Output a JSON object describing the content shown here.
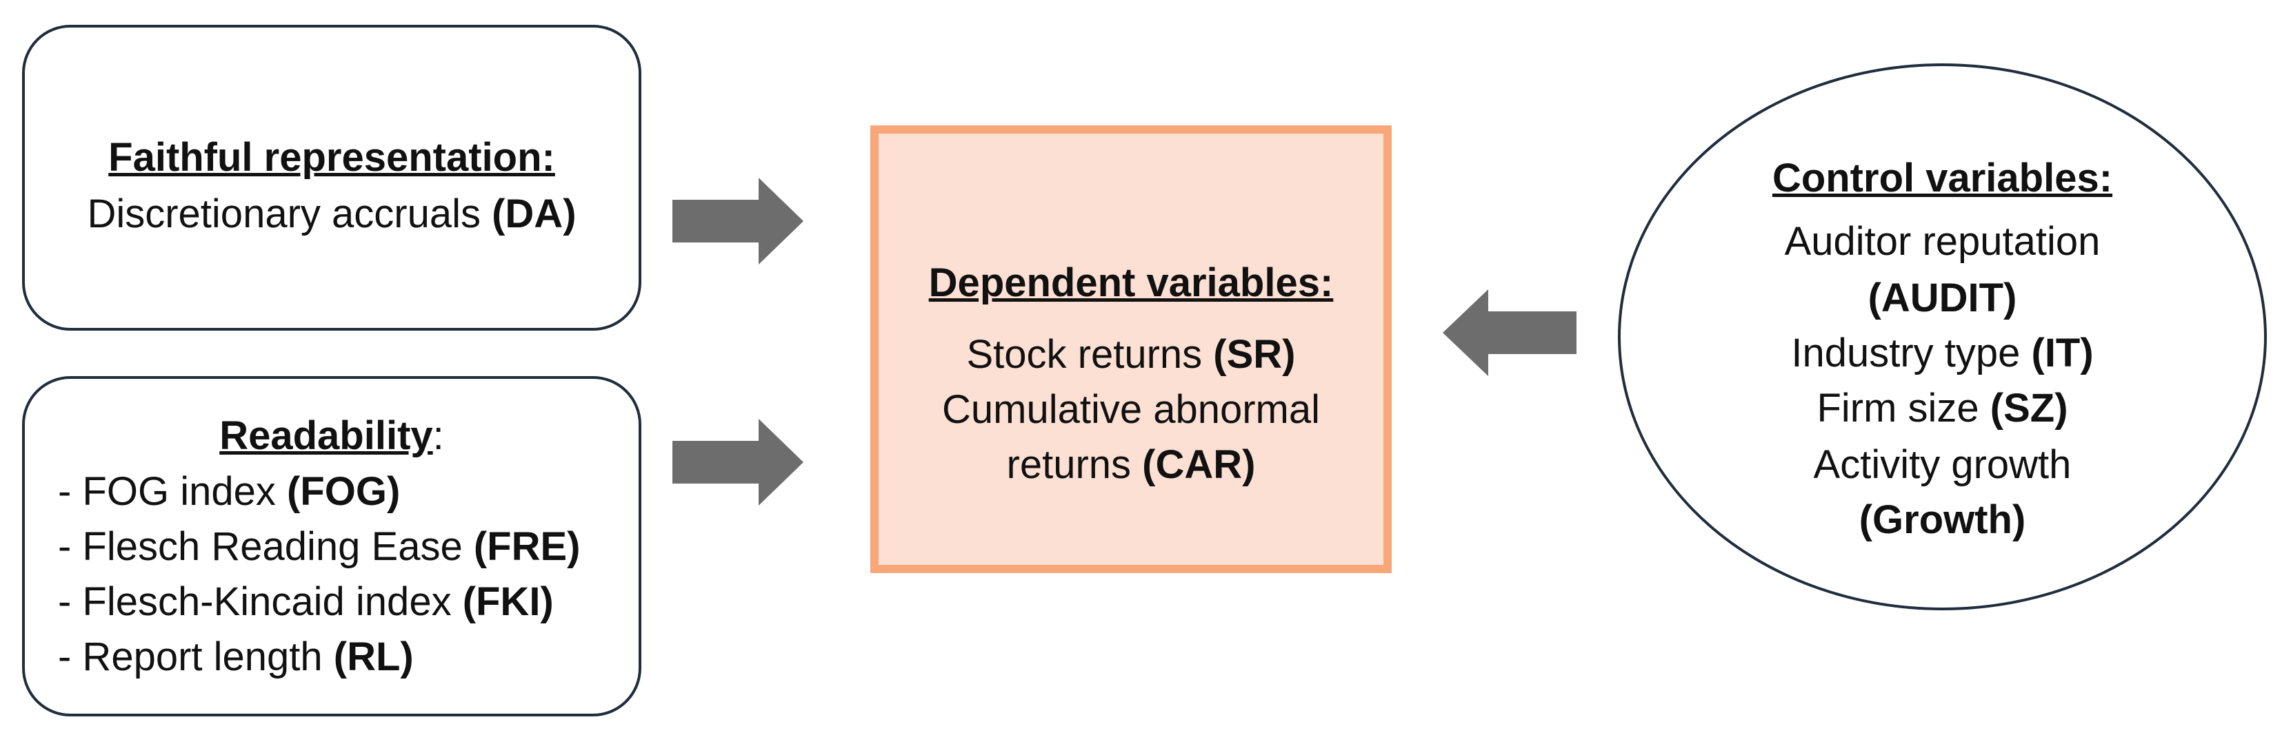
{
  "faithful": {
    "heading": "Faithful representation:",
    "line1_text": "Discretionary accruals ",
    "line1_abbr": "(DA)"
  },
  "readability": {
    "heading": "Readability",
    "heading_suffix": ":",
    "items": [
      {
        "text": "- FOG index ",
        "abbr": "(FOG)"
      },
      {
        "text": "- Flesch Reading Ease ",
        "abbr": "(FRE)"
      },
      {
        "text": "- Flesch-Kincaid index ",
        "abbr": "(FKI)"
      },
      {
        "text": "- Report length ",
        "abbr": "(RL)"
      }
    ]
  },
  "dependent": {
    "heading": "Dependent variables:",
    "line1_text": "Stock returns ",
    "line1_abbr": "(SR)",
    "line2_text": "Cumulative abnormal",
    "line3_text": "returns ",
    "line3_abbr": "(CAR)"
  },
  "control": {
    "heading": "Control variables:",
    "line1": "Auditor reputation",
    "line2_abbr": "(AUDIT)",
    "line3_text": "Industry type ",
    "line3_abbr": "(IT)",
    "line4_text": "Firm size ",
    "line4_abbr": "(SZ)",
    "line5": "Activity growth",
    "line6_abbr": "(Growth)"
  },
  "colors": {
    "border": "#1f2d3d",
    "center_fill": "#fde0d4",
    "center_border": "#f8a878",
    "arrow": "#6d6d6d"
  }
}
